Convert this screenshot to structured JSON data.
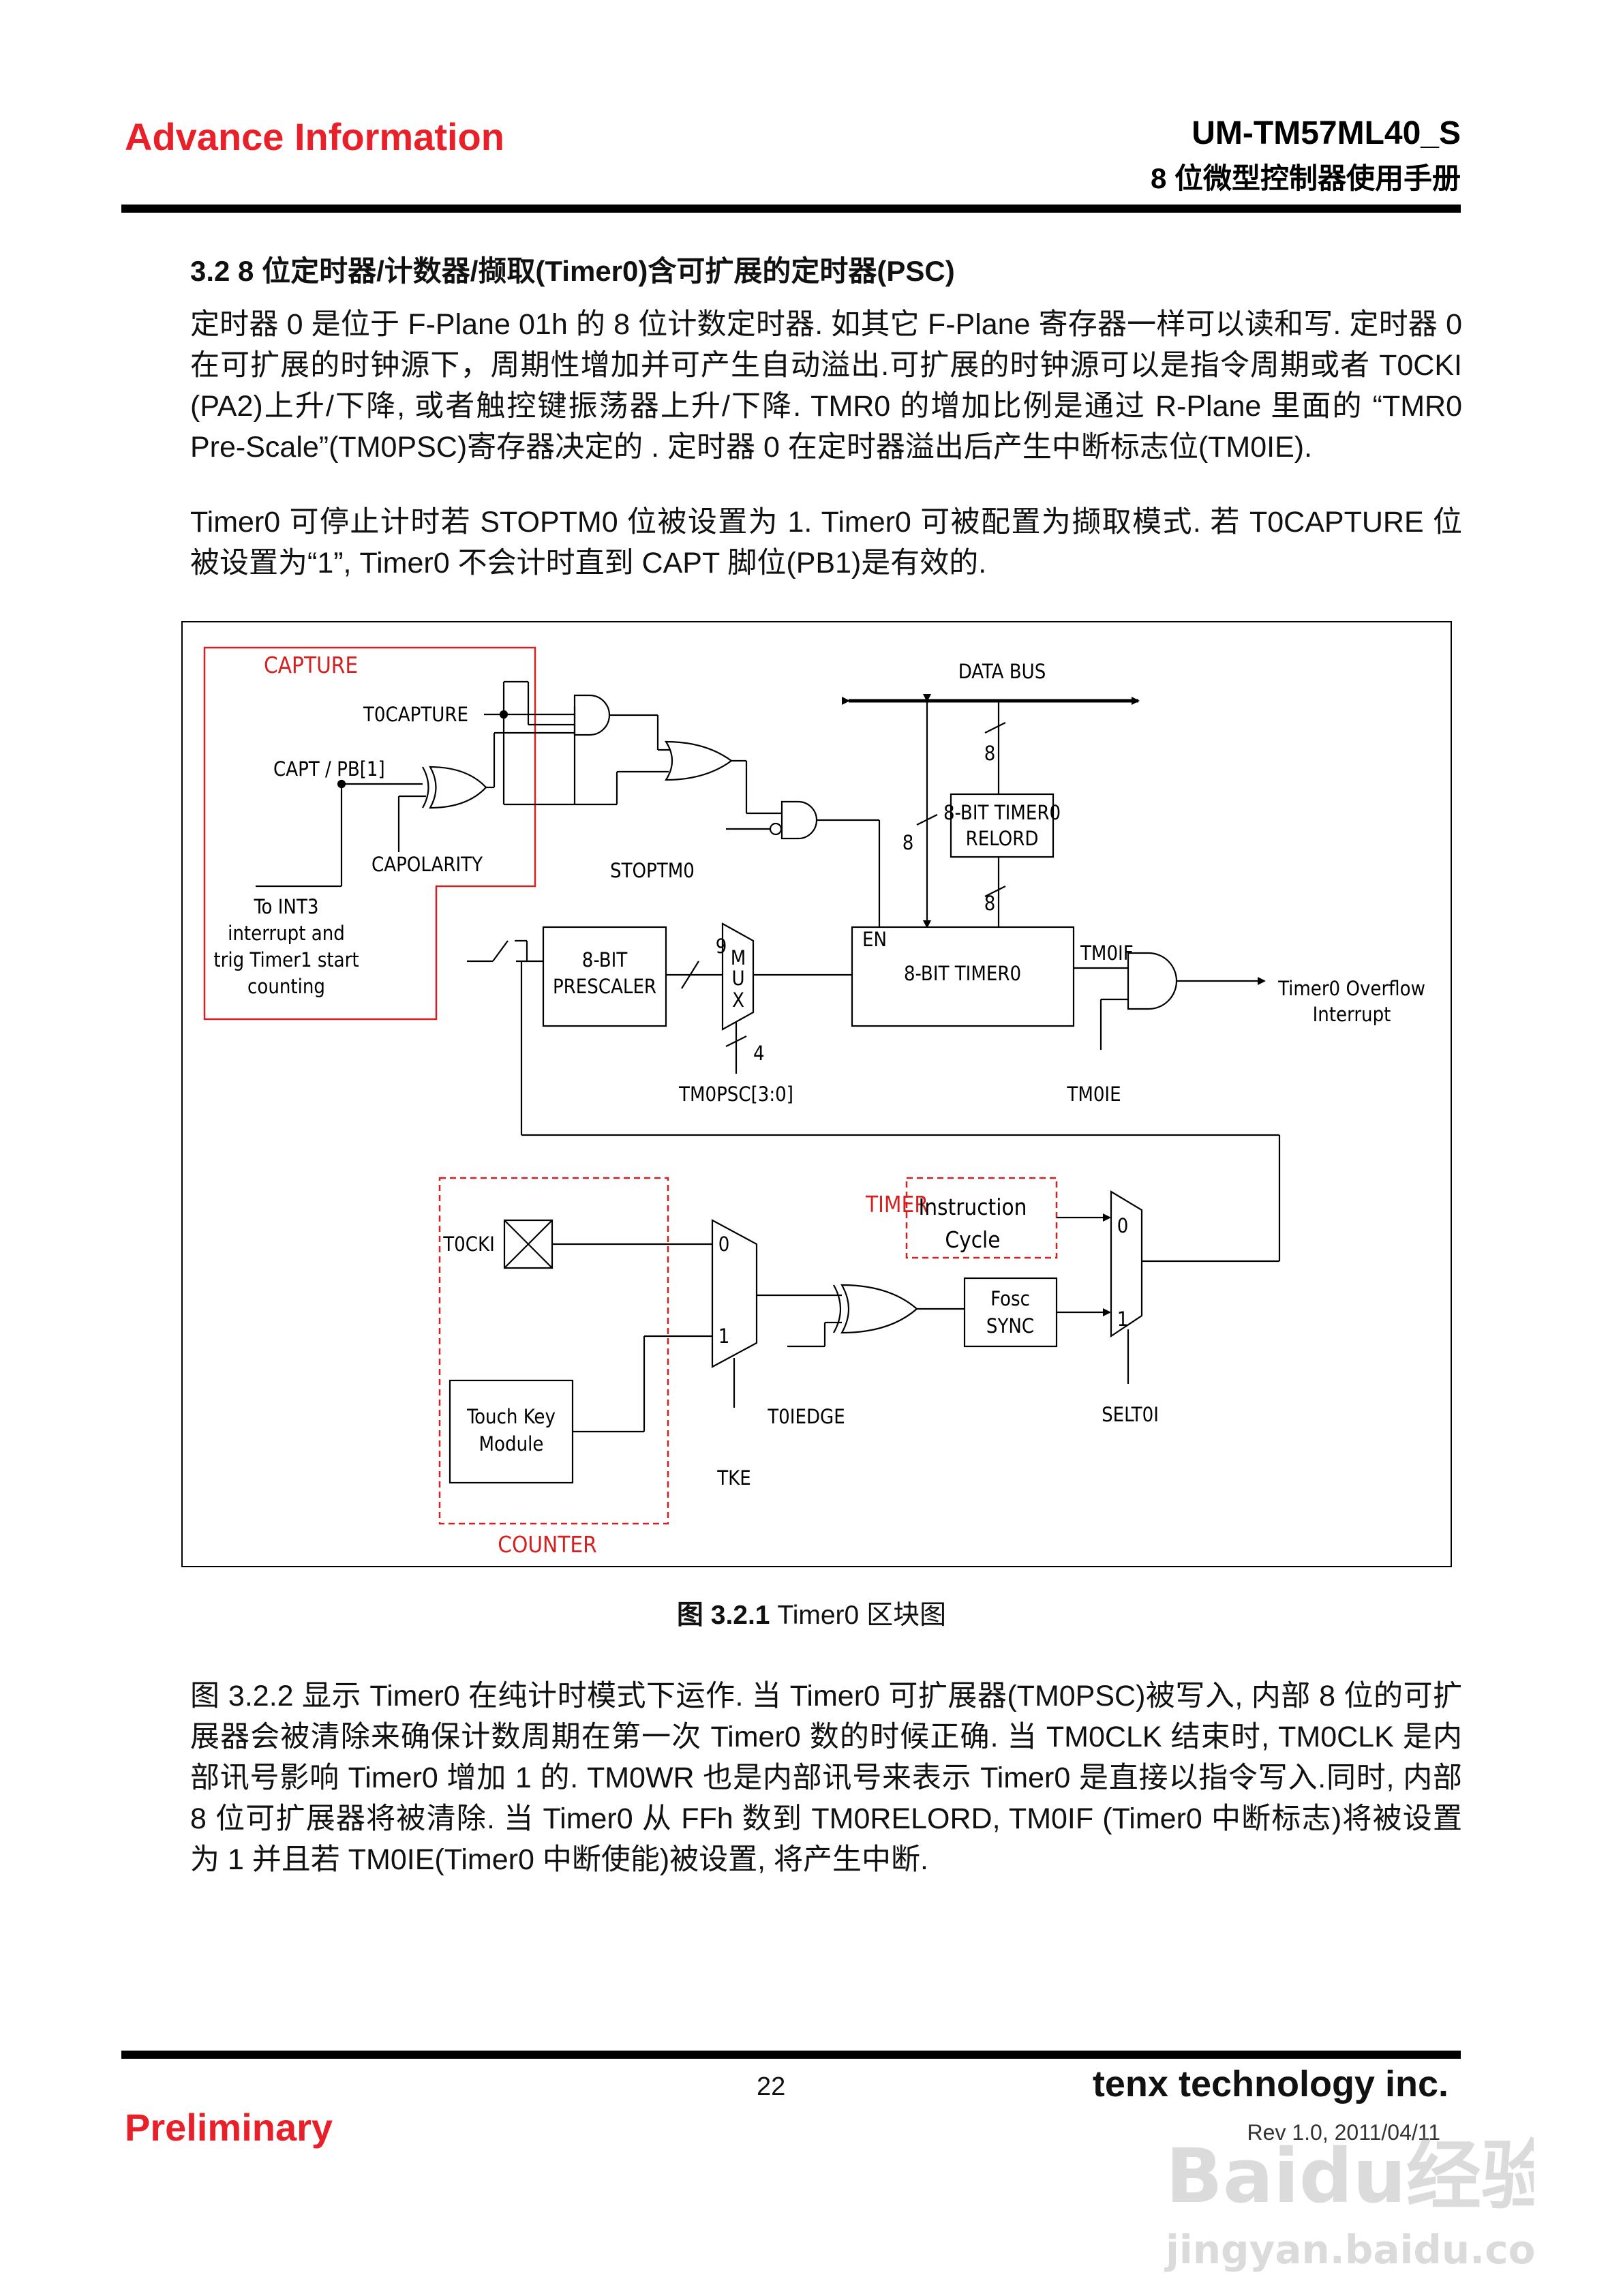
{
  "header": {
    "left": "Advance Information",
    "doc_id": "UM-TM57ML40_S",
    "doc_subtitle": "8 位微型控制器使用手册"
  },
  "section": {
    "title": "3.2  8 位定时器/计数器/撷取(Timer0)含可扩展的定时器(PSC)",
    "para1": "定时器 0 是位于 F-Plane 01h 的 8 位计数定时器. 如其它 F-Plane 寄存器一样可以读和写. 定时器 0 在可扩展的时钟源下，周期性增加并可产生自动溢出.可扩展的时钟源可以是指令周期或者 T0CKI (PA2)上升/下降, 或者触控键振荡器上升/下降. TMR0 的增加比例是通过 R-Plane 里面的 “TMR0 Pre-Scale”(TM0PSC)寄存器决定的 . 定时器 0 在定时器溢出后产生中断标志位(TM0IE).",
    "para2": "Timer0 可停止计时若 STOPTM0 位被设置为 1. Timer0 可被配置为撷取模式. 若 T0CAPTURE 位被设置为“1”, Timer0 不会计时直到 CAPT 脚位(PB1)是有效的.",
    "para3": "图 3.2.2 显示 Timer0 在纯计时模式下运作. 当 Timer0 可扩展器(TM0PSC)被写入, 内部 8 位的可扩展器会被清除来确保计数周期在第一次 Timer0 数的时候正确. 当 TM0CLK 结束时, TM0CLK 是内部讯号影响 Timer0 增加 1 的. TM0WR 也是内部讯号来表示 Timer0 是直接以指令写入.同时, 内部 8 位可扩展器将被清除. 当 Timer0 从 FFh 数到 TM0RELORD, TM0IF (Timer0 中断标志)将被设置为 1 并且若 TM0IE(Timer0 中断使能)被设置, 将产生中断."
  },
  "diagram": {
    "capture_label": "CAPTURE",
    "t0capture": "T0CAPTURE",
    "capt_pb": "CAPT / PB[1]",
    "capolarity": "CAPOLARITY",
    "stoptm0": "STOPTM0",
    "to_int3_1": "To INT3",
    "to_int3_2": "interrupt and",
    "to_int3_3": "trig Timer1 start",
    "to_int3_4": "counting",
    "data_bus": "DATA BUS",
    "bus_width_8": "8",
    "reload_1": "8-BIT TIMER0",
    "reload_2": "RELORD",
    "prescaler_1": "8-BIT",
    "prescaler_2": "PRESCALER",
    "width_9": "9",
    "mux_m": "M",
    "mux_u": "U",
    "mux_x": "X",
    "width_4": "4",
    "tm0psc": "TM0PSC[3:0]",
    "en": "EN",
    "timer0": "8-BIT TIMER0",
    "tm0if": "TM0IF",
    "tm0ie": "TM0IE",
    "overflow_1": "Timer0 Overflow",
    "overflow_2": "Interrupt",
    "timer_label": "TIMER",
    "instr_1": "Instruction",
    "instr_2": "Cycle",
    "t0cki": "T0CKI",
    "sel_0": "0",
    "sel_1": "1",
    "touch_1": "Touch Key",
    "touch_2": "Module",
    "tke": "TKE",
    "t0iedge": "T0IEDGE",
    "fosc_1": "Fosc",
    "fosc_2": "SYNC",
    "selt0i": "SELT0I",
    "counter_label": "COUNTER"
  },
  "figure_caption": {
    "number": "图 3.2.1",
    "text": " Timer0 区块图"
  },
  "footer": {
    "page": "22",
    "company": "tenx technology inc.",
    "rev": "Rev 1.0,  2011/04/11",
    "preliminary": "Preliminary",
    "watermark_brand": "Baidu经验",
    "watermark_url": "jingyan.baidu.com"
  },
  "colors": {
    "accent_red": "#e8202a",
    "line": "#000000"
  }
}
